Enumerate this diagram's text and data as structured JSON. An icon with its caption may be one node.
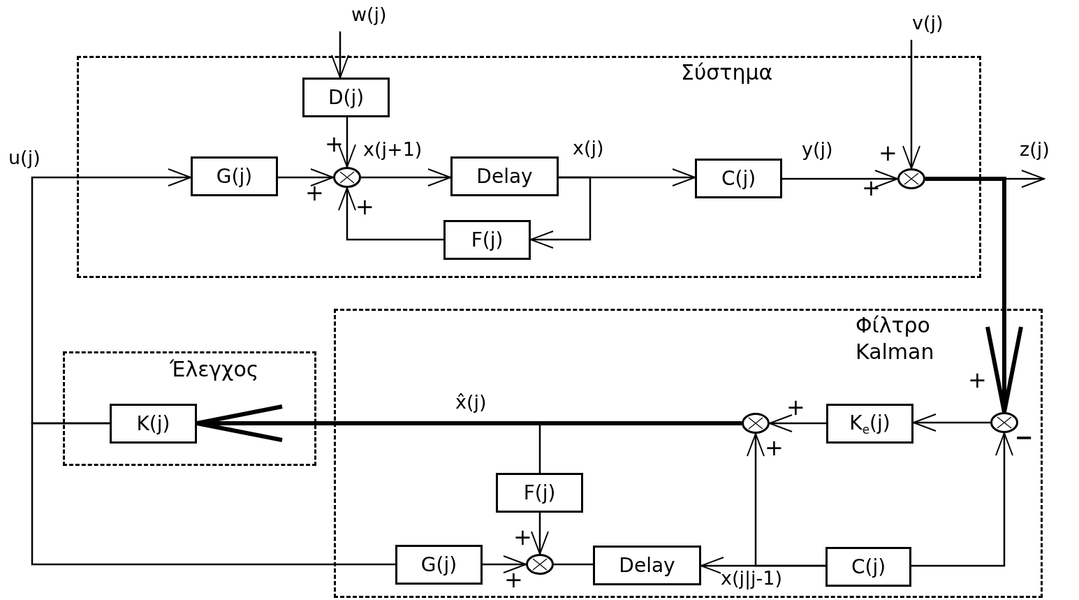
{
  "diagram": {
    "nodes": [
      {
        "text": [
          "Σύστημα"
        ]
      },
      {
        "text": [
          "D(j)"
        ],
        "in": 0
      },
      {
        "text": [
          "G(j)"
        ],
        "in": 0
      },
      {
        "text": [],
        "shape": "circle",
        "in": 0,
        "beside": [
          "+",
          "+",
          "+"
        ]
      },
      {
        "text": [
          "Delay"
        ],
        "in": 0
      },
      {
        "text": [
          "F(j)"
        ],
        "in": 0
      },
      {
        "text": [
          "C(j)"
        ],
        "in": 0
      },
      {
        "text": [],
        "shape": "circle",
        "in": 0,
        "beside": [
          "+",
          "+"
        ]
      },
      {
        "text": [
          "Φίλτρο Kalman"
        ]
      },
      {
        "text": [],
        "shape": "circle",
        "in": 8,
        "beside": [
          "+",
          "−"
        ]
      },
      {
        "text": [
          "K$_{e}$(j)"
        ],
        "in": 8
      },
      {
        "text": [],
        "shape": "circle",
        "in": 8,
        "beside": [
          "+",
          "+"
        ]
      },
      {
        "text": [
          "F(j)"
        ],
        "in": 8
      },
      {
        "text": [
          "G(j)"
        ],
        "in": 8
      },
      {
        "text": [],
        "shape": "circle",
        "in": 8,
        "beside": [
          "+",
          "+"
        ]
      },
      {
        "text": [
          "Delay"
        ],
        "in": 8
      },
      {
        "text": [
          "C(j)"
        ],
        "in": 8
      },
      {
        "text": [
          "Έλεγχος"
        ]
      },
      {
        "text": [
          "K(j)"
        ],
        "in": 17
      }
    ],
    "edges": [
      {
        "from": null,
        "to": 1,
        "arrow": "to",
        "label": "w(j)"
      },
      {
        "from": 1,
        "to": 3,
        "arrow": "to"
      },
      {
        "from": 2,
        "to": 3,
        "arrow": "to"
      },
      {
        "from": 3,
        "to": 4,
        "arrow": "to",
        "label": "x(j+1)"
      },
      {
        "from": 4,
        "to": 6,
        "arrow": "to",
        "label": "x(j)"
      },
      {
        "from": 4,
        "to": 5,
        "arrow": "to"
      },
      {
        "from": 5,
        "to": 3,
        "arrow": "to"
      },
      {
        "from": 6,
        "to": 7,
        "arrow": "to",
        "label": "y(j)"
      },
      {
        "from": null,
        "to": 7,
        "arrow": "to",
        "label": "v(j)"
      },
      {
        "from": 7,
        "to": null,
        "arrow": "to",
        "label": "z(j)"
      },
      {
        "from": 7,
        "to": 9,
        "arrow": "to",
        "style": "thick"
      },
      {
        "from": 9,
        "to": 10,
        "arrow": "to"
      },
      {
        "from": 10,
        "to": 11,
        "arrow": "to"
      },
      {
        "from": 11,
        "to": 18,
        "arrow": "to",
        "style": "thick",
        "label": "x̂(j)"
      },
      {
        "from": 11,
        "to": 12,
        "arrow": "none"
      },
      {
        "from": 12,
        "to": 14,
        "arrow": "to"
      },
      {
        "from": 13,
        "to": 14,
        "arrow": "to"
      },
      {
        "from": 14,
        "to": 15,
        "arrow": "none"
      },
      {
        "from": 16,
        "to": 15,
        "arrow": "to",
        "label": "x(j|j-1)"
      },
      {
        "from": 16,
        "to": 11,
        "arrow": "to"
      },
      {
        "from": 16,
        "to": 9,
        "arrow": "to"
      },
      {
        "from": 18,
        "to": 2,
        "arrow": "to",
        "label": "u(j)"
      },
      {
        "from": 18,
        "to": 13,
        "arrow": "none"
      }
    ]
  }
}
